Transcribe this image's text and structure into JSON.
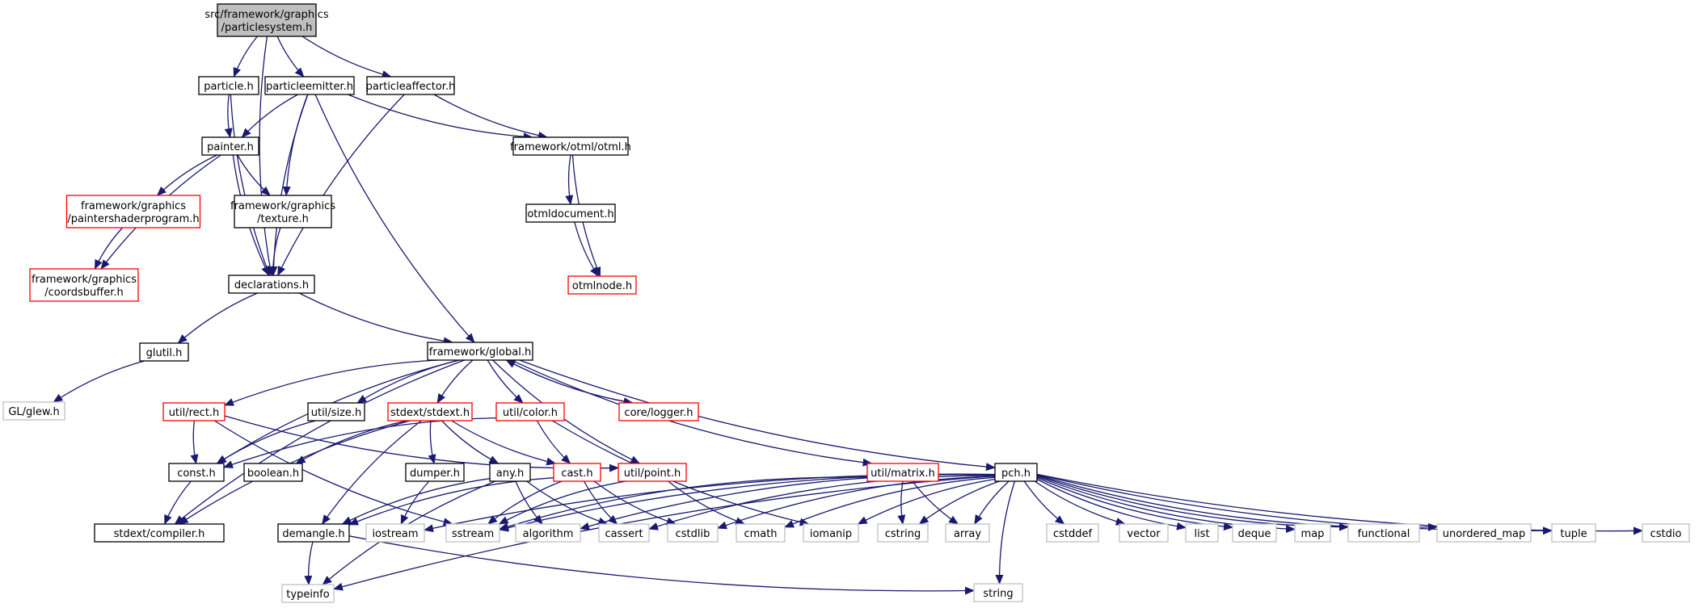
{
  "graph": {
    "colors": {
      "edge": "#191970",
      "box_default": "#000000",
      "box_red": "#ff0000",
      "box_gray": "#bfbfbf",
      "fill_root": "#bfbfbf",
      "fill_default": "#ffffff"
    },
    "nodes": [
      {
        "id": "root",
        "label": [
          "src/framework/graphics",
          "/particlesystem.h"
        ],
        "style": "root"
      },
      {
        "id": "particle",
        "label": [
          "particle.h"
        ],
        "style": "default"
      },
      {
        "id": "particleemitter",
        "label": [
          "particleemitter.h"
        ],
        "style": "default"
      },
      {
        "id": "particleaffector",
        "label": [
          "particleaffector.h"
        ],
        "style": "default"
      },
      {
        "id": "painter",
        "label": [
          "painter.h"
        ],
        "style": "default"
      },
      {
        "id": "otml",
        "label": [
          "framework/otml/otml.h"
        ],
        "style": "default"
      },
      {
        "id": "paintershader",
        "label": [
          "framework/graphics",
          "/paintershaderprogram.h"
        ],
        "style": "red"
      },
      {
        "id": "texture",
        "label": [
          "framework/graphics",
          "/texture.h"
        ],
        "style": "default"
      },
      {
        "id": "otmldocument",
        "label": [
          "otmldocument.h"
        ],
        "style": "default"
      },
      {
        "id": "coordsbuffer",
        "label": [
          "framework/graphics",
          "/coordsbuffer.h"
        ],
        "style": "red"
      },
      {
        "id": "declarations",
        "label": [
          "declarations.h"
        ],
        "style": "default"
      },
      {
        "id": "otmlnode",
        "label": [
          "otmlnode.h"
        ],
        "style": "red"
      },
      {
        "id": "glutil",
        "label": [
          "glutil.h"
        ],
        "style": "default"
      },
      {
        "id": "global",
        "label": [
          "framework/global.h"
        ],
        "style": "default"
      },
      {
        "id": "glew",
        "label": [
          "GL/glew.h"
        ],
        "style": "gray"
      },
      {
        "id": "rect",
        "label": [
          "util/rect.h"
        ],
        "style": "red"
      },
      {
        "id": "size",
        "label": [
          "util/size.h"
        ],
        "style": "default"
      },
      {
        "id": "stdext",
        "label": [
          "stdext/stdext.h"
        ],
        "style": "red"
      },
      {
        "id": "color",
        "label": [
          "util/color.h"
        ],
        "style": "red"
      },
      {
        "id": "logger",
        "label": [
          "core/logger.h"
        ],
        "style": "red"
      },
      {
        "id": "const",
        "label": [
          "const.h"
        ],
        "style": "default"
      },
      {
        "id": "boolean",
        "label": [
          "boolean.h"
        ],
        "style": "default"
      },
      {
        "id": "dumper",
        "label": [
          "dumper.h"
        ],
        "style": "default"
      },
      {
        "id": "any",
        "label": [
          "any.h"
        ],
        "style": "default"
      },
      {
        "id": "cast",
        "label": [
          "cast.h"
        ],
        "style": "red"
      },
      {
        "id": "point",
        "label": [
          "util/point.h"
        ],
        "style": "red"
      },
      {
        "id": "matrix",
        "label": [
          "util/matrix.h"
        ],
        "style": "red"
      },
      {
        "id": "pch",
        "label": [
          "pch.h"
        ],
        "style": "default"
      },
      {
        "id": "compiler",
        "label": [
          "stdext/compiler.h"
        ],
        "style": "default"
      },
      {
        "id": "demangle",
        "label": [
          "demangle.h"
        ],
        "style": "default"
      },
      {
        "id": "iostream",
        "label": [
          "iostream"
        ],
        "style": "gray"
      },
      {
        "id": "sstream",
        "label": [
          "sstream"
        ],
        "style": "gray"
      },
      {
        "id": "algorithm",
        "label": [
          "algorithm"
        ],
        "style": "gray"
      },
      {
        "id": "cassert",
        "label": [
          "cassert"
        ],
        "style": "gray"
      },
      {
        "id": "cstdlib",
        "label": [
          "cstdlib"
        ],
        "style": "gray"
      },
      {
        "id": "cmath",
        "label": [
          "cmath"
        ],
        "style": "gray"
      },
      {
        "id": "iomanip",
        "label": [
          "iomanip"
        ],
        "style": "gray"
      },
      {
        "id": "cstring",
        "label": [
          "cstring"
        ],
        "style": "gray"
      },
      {
        "id": "array",
        "label": [
          "array"
        ],
        "style": "gray"
      },
      {
        "id": "cstddef",
        "label": [
          "cstddef"
        ],
        "style": "gray"
      },
      {
        "id": "vector",
        "label": [
          "vector"
        ],
        "style": "gray"
      },
      {
        "id": "list",
        "label": [
          "list"
        ],
        "style": "gray"
      },
      {
        "id": "deque",
        "label": [
          "deque"
        ],
        "style": "gray"
      },
      {
        "id": "map",
        "label": [
          "map"
        ],
        "style": "gray"
      },
      {
        "id": "functional",
        "label": [
          "functional"
        ],
        "style": "gray"
      },
      {
        "id": "unordered_map",
        "label": [
          "unordered_map"
        ],
        "style": "gray"
      },
      {
        "id": "tuple",
        "label": [
          "tuple"
        ],
        "style": "gray"
      },
      {
        "id": "cstdio",
        "label": [
          "cstdio"
        ],
        "style": "gray"
      },
      {
        "id": "typeinfo",
        "label": [
          "typeinfo"
        ],
        "style": "gray"
      },
      {
        "id": "string",
        "label": [
          "string"
        ],
        "style": "gray"
      }
    ],
    "edges": [
      [
        "root",
        "particle"
      ],
      [
        "root",
        "particleemitter"
      ],
      [
        "root",
        "particleaffector"
      ],
      [
        "root",
        "declarations"
      ],
      [
        "particle",
        "painter"
      ],
      [
        "particle",
        "declarations"
      ],
      [
        "particleemitter",
        "painter"
      ],
      [
        "particleemitter",
        "texture"
      ],
      [
        "particleemitter",
        "otml"
      ],
      [
        "particleemitter",
        "declarations"
      ],
      [
        "particleemitter",
        "global"
      ],
      [
        "particleaffector",
        "otml"
      ],
      [
        "particleaffector",
        "declarations"
      ],
      [
        "painter",
        "paintershader"
      ],
      [
        "painter",
        "texture"
      ],
      [
        "painter",
        "coordsbuffer"
      ],
      [
        "painter",
        "declarations"
      ],
      [
        "paintershader",
        "coordsbuffer"
      ],
      [
        "texture",
        "declarations"
      ],
      [
        "otml",
        "otmldocument"
      ],
      [
        "otml",
        "otmlnode"
      ],
      [
        "otmldocument",
        "otmlnode"
      ],
      [
        "declarations",
        "glutil"
      ],
      [
        "declarations",
        "global"
      ],
      [
        "glutil",
        "glew"
      ],
      [
        "global",
        "compiler"
      ],
      [
        "global",
        "rect"
      ],
      [
        "global",
        "size"
      ],
      [
        "global",
        "stdext"
      ],
      [
        "global",
        "color"
      ],
      [
        "global",
        "logger"
      ],
      [
        "global",
        "const"
      ],
      [
        "global",
        "point"
      ],
      [
        "global",
        "matrix"
      ],
      [
        "global",
        "pch"
      ],
      [
        "logger",
        "global"
      ],
      [
        "rect",
        "const"
      ],
      [
        "rect",
        "sstream"
      ],
      [
        "rect",
        "point"
      ],
      [
        "size",
        "const"
      ],
      [
        "stdext",
        "compiler"
      ],
      [
        "stdext",
        "boolean"
      ],
      [
        "stdext",
        "dumper"
      ],
      [
        "stdext",
        "any"
      ],
      [
        "stdext",
        "cast"
      ],
      [
        "stdext",
        "demangle"
      ],
      [
        "color",
        "const"
      ],
      [
        "color",
        "cast"
      ],
      [
        "color",
        "iomanip"
      ],
      [
        "const",
        "compiler"
      ],
      [
        "dumper",
        "iostream"
      ],
      [
        "any",
        "demangle"
      ],
      [
        "any",
        "algorithm"
      ],
      [
        "any",
        "cassert"
      ],
      [
        "any",
        "typeinfo"
      ],
      [
        "cast",
        "demangle"
      ],
      [
        "cast",
        "sstream"
      ],
      [
        "cast",
        "cassert"
      ],
      [
        "cast",
        "cstdlib"
      ],
      [
        "point",
        "sstream"
      ],
      [
        "point",
        "cmath"
      ],
      [
        "matrix",
        "array"
      ],
      [
        "matrix",
        "cstring"
      ],
      [
        "matrix",
        "sstream"
      ],
      [
        "pch",
        "cstddef"
      ],
      [
        "pch",
        "cstdlib"
      ],
      [
        "pch",
        "cstdio"
      ],
      [
        "pch",
        "cassert"
      ],
      [
        "pch",
        "cmath"
      ],
      [
        "pch",
        "cstring"
      ],
      [
        "pch",
        "iostream"
      ],
      [
        "pch",
        "sstream"
      ],
      [
        "pch",
        "iomanip"
      ],
      [
        "pch",
        "algorithm"
      ],
      [
        "pch",
        "array"
      ],
      [
        "pch",
        "vector"
      ],
      [
        "pch",
        "list"
      ],
      [
        "pch",
        "deque"
      ],
      [
        "pch",
        "map"
      ],
      [
        "pch",
        "functional"
      ],
      [
        "pch",
        "unordered_map"
      ],
      [
        "pch",
        "tuple"
      ],
      [
        "pch",
        "typeinfo"
      ],
      [
        "pch",
        "string"
      ],
      [
        "demangle",
        "typeinfo"
      ],
      [
        "demangle",
        "string"
      ]
    ]
  }
}
